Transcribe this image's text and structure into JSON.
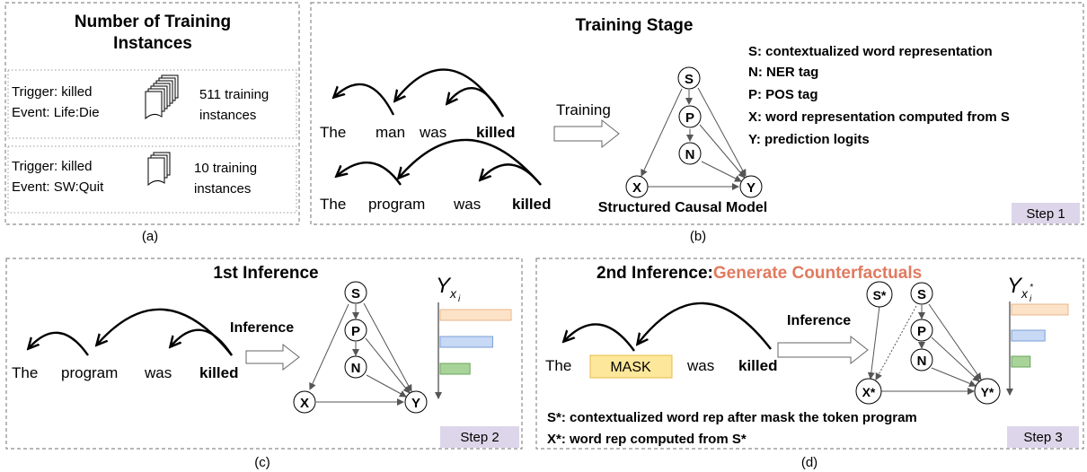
{
  "colors": {
    "highlight": "#e07a5f",
    "step_badge": "#ddd6ea",
    "mask_fill": "#fde79a",
    "bar_orange": "#fce3c8",
    "bar_blue": "#c7d9f5",
    "bar_green": "#a8d49a"
  },
  "panel_a": {
    "title_1": "Number of Training",
    "title_2": "Instances",
    "row1": {
      "trigger": "Trigger: killed",
      "event": "Event: Life:Die",
      "count_1": "511  training",
      "count_2": "instances",
      "icon": "stacked-documents-icon"
    },
    "row2": {
      "trigger": "Trigger: killed",
      "event": "Event: SW:Quit",
      "count_1": "10  training",
      "count_2": "instances",
      "icon": "stacked-documents-icon"
    },
    "caption": "(a)"
  },
  "panel_b": {
    "title": "Training Stage",
    "sentence1": [
      "The",
      "man",
      "was",
      "killed"
    ],
    "sentence2": [
      "The",
      "program",
      "was",
      "killed"
    ],
    "arrow_label": "Training",
    "nodes": [
      "S",
      "P",
      "N",
      "X",
      "Y"
    ],
    "model_label": "Structured Causal Model",
    "legend": [
      "S: contextualized word representation",
      "N: NER tag",
      "P: POS tag",
      "X: word representation computed from S",
      "Y: prediction logits"
    ],
    "step": "Step 1",
    "caption": "(b)"
  },
  "panel_c": {
    "title": "1st Inference",
    "sentence": [
      "The",
      "program",
      "was",
      "killed"
    ],
    "arrow_label": "Inference",
    "nodes": [
      "S",
      "P",
      "N",
      "X",
      "Y"
    ],
    "y_main": "Y",
    "y_sub": "x",
    "y_subsub": "i",
    "bars": [
      1.0,
      0.74,
      0.42
    ],
    "step": "Step 2",
    "caption": "(c)"
  },
  "panel_d": {
    "title": "2nd Inference:",
    "title_highlight": "Generate Counterfactuals",
    "sentence": [
      "The",
      "MASK",
      "was",
      "killed"
    ],
    "arrow_label": "Inference",
    "nodes": [
      "S*",
      "S",
      "P",
      "N",
      "X*",
      "Y*"
    ],
    "y_main": "Y",
    "y_sub": "x",
    "y_subsub": "i",
    "y_sup": "*",
    "bars": [
      1.0,
      0.59,
      0.33
    ],
    "legend": [
      "S*: contextualized word rep after mask the token program",
      "X*: word rep computed from S*"
    ],
    "step": "Step 3",
    "caption": "(d)"
  }
}
